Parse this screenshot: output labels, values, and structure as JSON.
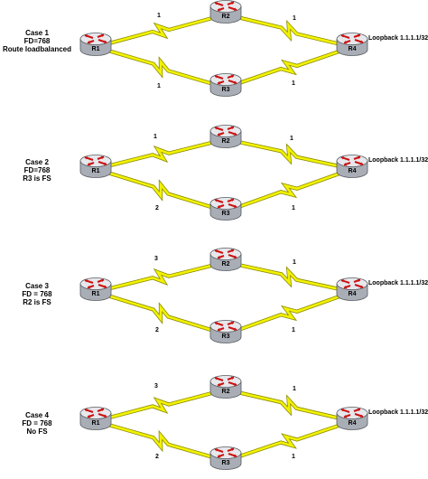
{
  "cases": [
    {
      "lines": [
        "Case 1",
        "FD=768",
        "Route loadbalanced"
      ],
      "loopback": "Loopback 1.1.1.1/32",
      "metrics": {
        "r1_r2": "1",
        "r2_r4": "1",
        "r1_r3": "1",
        "r3_r4": "1"
      }
    },
    {
      "lines": [
        "Case 2",
        "FD=768",
        "R3 is FS"
      ],
      "loopback": "Loopback 1.1.1.1/32",
      "metrics": {
        "r1_r2": "1",
        "r2_r4": "1",
        "r1_r3": "2",
        "r3_r4": "1"
      }
    },
    {
      "lines": [
        "Case 3",
        "FD = 768",
        "R2 is FS"
      ],
      "loopback": "Loopback 1.1.1.1/32",
      "metrics": {
        "r1_r2": "3",
        "r2_r4": "1",
        "r1_r3": "2",
        "r3_r4": "1"
      }
    },
    {
      "lines": [
        "Case 4",
        "FD = 768",
        "No FS"
      ],
      "loopback": "Loopback 1.1.1.1/32",
      "metrics": {
        "r1_r2": "3",
        "r2_r4": "1",
        "r1_r3": "2",
        "r3_r4": "1"
      }
    }
  ],
  "routers": {
    "r1": "R1",
    "r2": "R2",
    "r3": "R3",
    "r4": "R4"
  },
  "colors": {
    "link": "#f2f200",
    "link_edge": "#8c8c00",
    "router_body": "#a9aeb6",
    "router_top": "#e6e8ec",
    "router_arrow": "#cc1111"
  }
}
